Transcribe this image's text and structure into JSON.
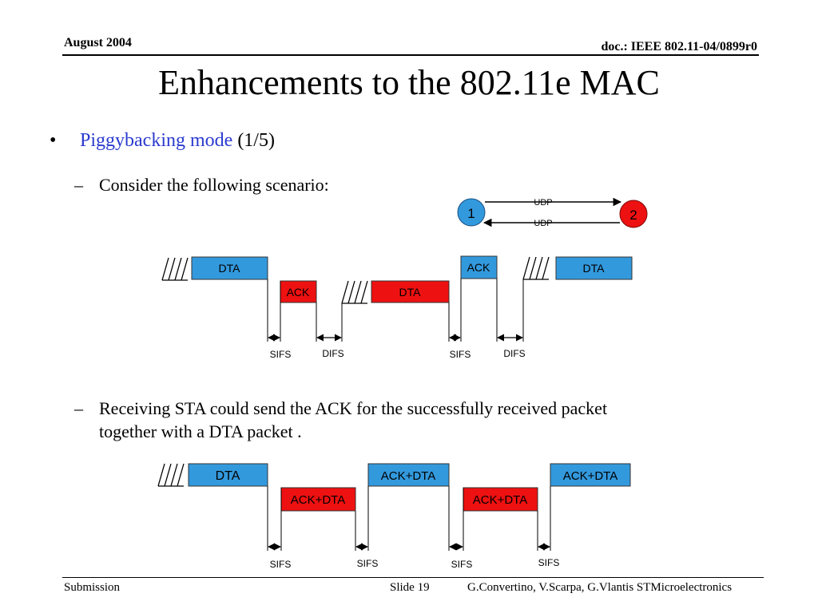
{
  "header": {
    "date": "August 2004",
    "doc": "doc.: IEEE 802.11-04/0899r0"
  },
  "title": "Enhancements to the 802.11e MAC",
  "bullet": {
    "symbol": "•",
    "highlight": "Piggybacking mode",
    "rest": " (1/5)"
  },
  "sub1": {
    "symbol": "–",
    "text": "Consider the following scenario:"
  },
  "sub2": {
    "symbol": "–",
    "line1": "Receiving STA could send the ACK for the successfully received packet",
    "line2": "together with a DTA packet ."
  },
  "topology": {
    "node1": "1",
    "node2": "2",
    "link_top": "UDP",
    "link_bottom": "UDP",
    "node1_color": "#3399dd",
    "node2_color": "#ee1111"
  },
  "diagram1": {
    "frames": [
      "DTA",
      "ACK",
      "DTA",
      "ACK",
      "DTA"
    ],
    "intervals": [
      "SIFS",
      "DIFS",
      "SIFS",
      "DIFS"
    ]
  },
  "diagram2": {
    "frames": [
      "DTA",
      "ACK+DTA",
      "ACK+DTA",
      "ACK+DTA",
      "ACK+DTA"
    ],
    "intervals": [
      "SIFS",
      "SIFS",
      "SIFS",
      "SIFS"
    ]
  },
  "colors": {
    "blue_frame": "#3399dd",
    "red_frame": "#ee1111",
    "title_blue": "#2a3ad0"
  },
  "footer": {
    "left": "Submission",
    "slide": "Slide 19",
    "authors": "G.Convertino, V.Scarpa, G.Vlantis  STMicroelectronics"
  }
}
